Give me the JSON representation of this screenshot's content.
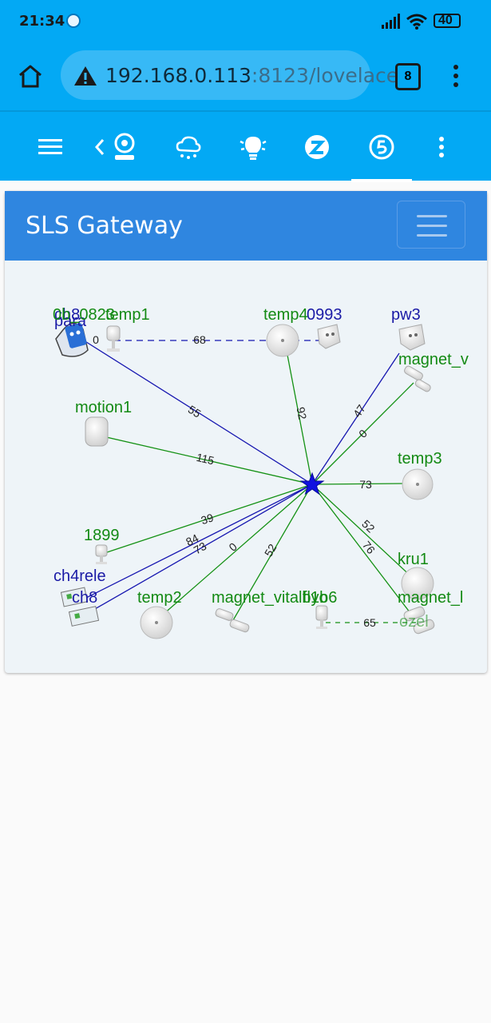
{
  "status_bar": {
    "time": "21:34",
    "battery": "40"
  },
  "browser": {
    "url_host": "192.168.0.113",
    "url_rest": ":8123/lovelace",
    "tab_count": "8"
  },
  "card": {
    "title": "SLS Gateway"
  },
  "graph": {
    "nodes": [
      {
        "id": "pw3",
        "label": "pw3",
        "color": "#1a1aa6"
      },
      {
        "id": "ch8",
        "label": "ch8",
        "color": "#1a1aa6"
      },
      {
        "id": "para",
        "label": "para",
        "color": "#1a1aa6"
      },
      {
        "id": "0b_0823",
        "label": "0b_0823",
        "color": "#138a13"
      },
      {
        "id": "temp1",
        "label": "temp1",
        "color": "#138a13"
      },
      {
        "id": "temp4",
        "label": "temp4",
        "color": "#138a13"
      },
      {
        "id": "0993",
        "label": "0993",
        "color": "#1a1aa6"
      },
      {
        "id": "magnet_v",
        "label": "magnet_v",
        "color": "#138a13"
      },
      {
        "id": "motion1",
        "label": "motion1",
        "color": "#138a13"
      },
      {
        "id": "temp3",
        "label": "temp3",
        "color": "#138a13"
      },
      {
        "id": "1899",
        "label": "1899",
        "color": "#138a13"
      },
      {
        "id": "kru1",
        "label": "kru1",
        "color": "#138a13"
      },
      {
        "id": "ch4rele",
        "label": "ch4rele",
        "color": "#1a1aa6"
      },
      {
        "id": "ch8b",
        "label": "ch8",
        "color": "#1a1aa6"
      },
      {
        "id": "temp2",
        "label": "temp2",
        "color": "#138a13"
      },
      {
        "id": "magnet_vital",
        "label": "magnet_vitalbyo",
        "color": "#138a13"
      },
      {
        "id": "fl1b6",
        "label": "fl1b6",
        "color": "#138a13"
      },
      {
        "id": "magnet_l",
        "label": "magnet_l",
        "color": "#138a13"
      },
      {
        "id": "ozel",
        "label": "ozel",
        "color": "#138a13"
      }
    ],
    "edge_labels": [
      "55",
      "92",
      "47",
      "0",
      "115",
      "73",
      "39",
      "84",
      "73",
      "0",
      "52",
      "52",
      "76",
      "68",
      "0",
      "65"
    ]
  }
}
